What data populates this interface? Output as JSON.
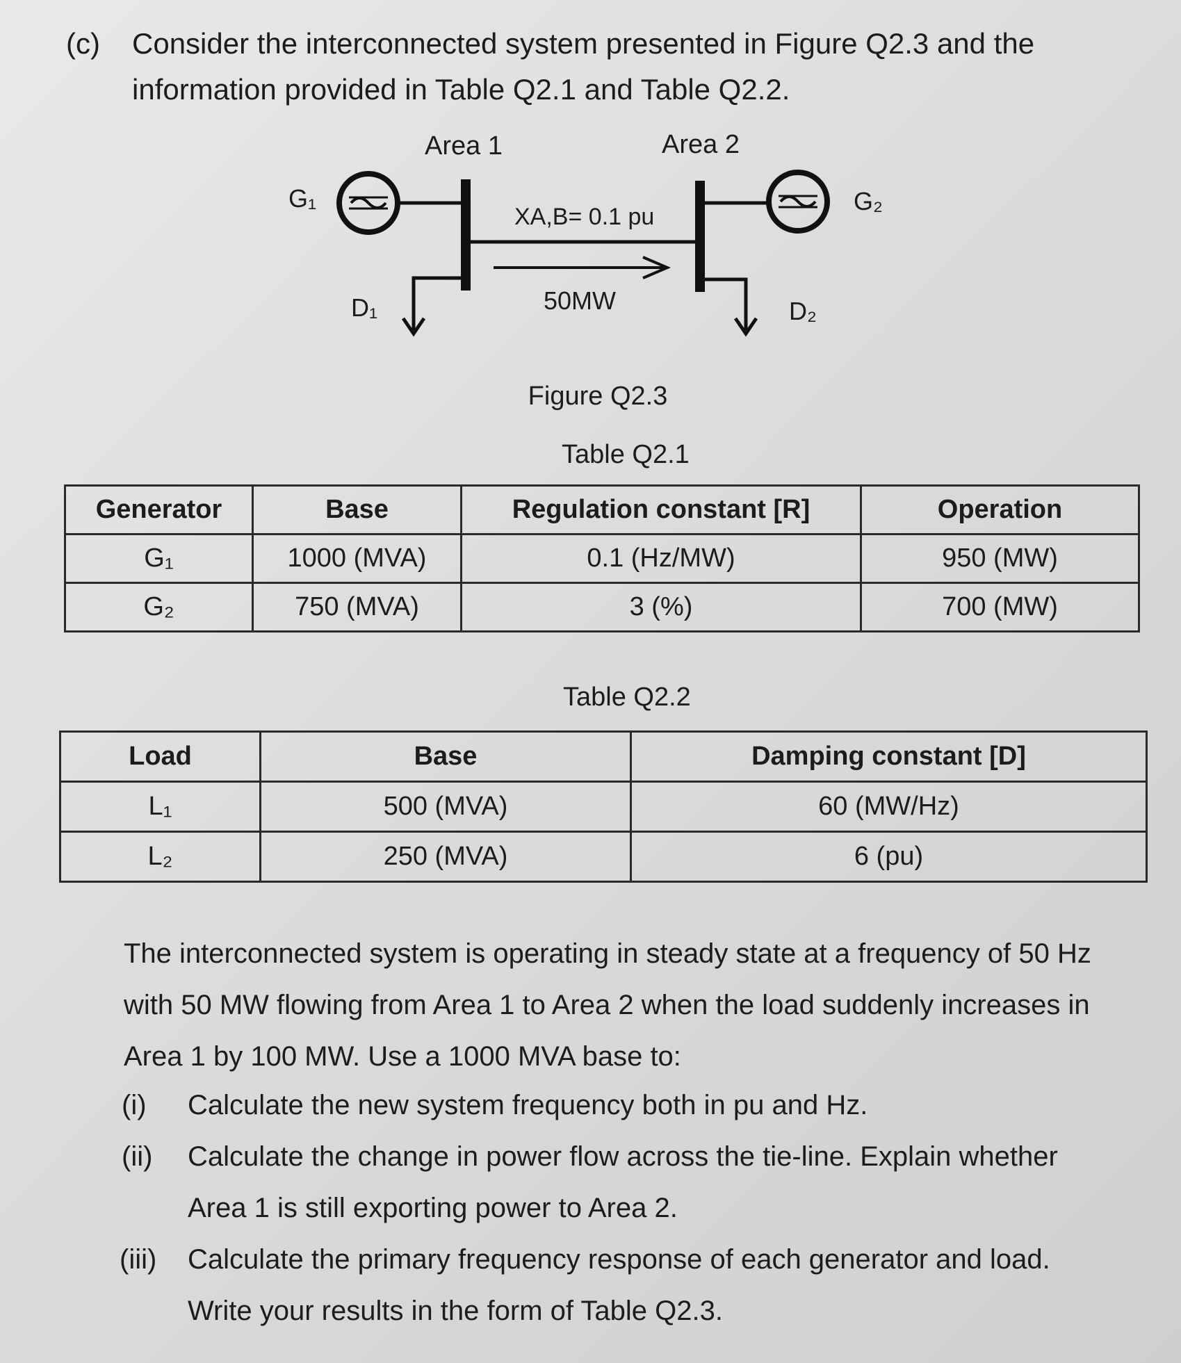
{
  "intro": {
    "label": "(c)",
    "line1": "Consider the interconnected system presented in Figure Q2.3 and the",
    "line2": "information provided in Table Q2.1 and Table Q2.2."
  },
  "figure": {
    "area1": "Area 1",
    "area2": "Area 2",
    "g1": "G₁",
    "g2": "G₂",
    "d1": "D₁",
    "d2": "D₂",
    "reactance": "XA,B= 0.1 pu",
    "flow": "50MW",
    "caption": "Figure Q2.3"
  },
  "table1": {
    "caption": "Table Q2.1",
    "headers": [
      "Generator",
      "Base",
      "Regulation constant [R]",
      "Operation"
    ],
    "rows": [
      [
        "G₁",
        "1000 (MVA)",
        "0.1 (Hz/MW)",
        "950 (MW)"
      ],
      [
        "G₂",
        "750 (MVA)",
        "3 (%)",
        "700 (MW)"
      ]
    ]
  },
  "table2": {
    "caption": "Table Q2.2",
    "headers": [
      "Load",
      "Base",
      "Damping constant [D]"
    ],
    "rows": [
      [
        "L₁",
        "500 (MVA)",
        "60 (MW/Hz)"
      ],
      [
        "L₂",
        "250 (MVA)",
        "6 (pu)"
      ]
    ]
  },
  "paragraph": {
    "line1": "The interconnected system is operating in steady state at a frequency of 50 Hz",
    "line2": "with 50 MW flowing from Area 1 to Area 2 when the load suddenly increases in",
    "line3": "Area 1 by 100 MW. Use a 1000 MVA base to:"
  },
  "questions": [
    {
      "num": "(i)",
      "lines": [
        "Calculate the new system frequency both in pu and Hz."
      ]
    },
    {
      "num": "(ii)",
      "lines": [
        "Calculate the change in power flow across the tie-line. Explain whether",
        "Area 1 is still exporting power to Area 2."
      ]
    },
    {
      "num": "(iii)",
      "lines": [
        "Calculate the primary frequency response of each generator and load.",
        "Write your results in the form of Table Q2.3."
      ]
    }
  ]
}
